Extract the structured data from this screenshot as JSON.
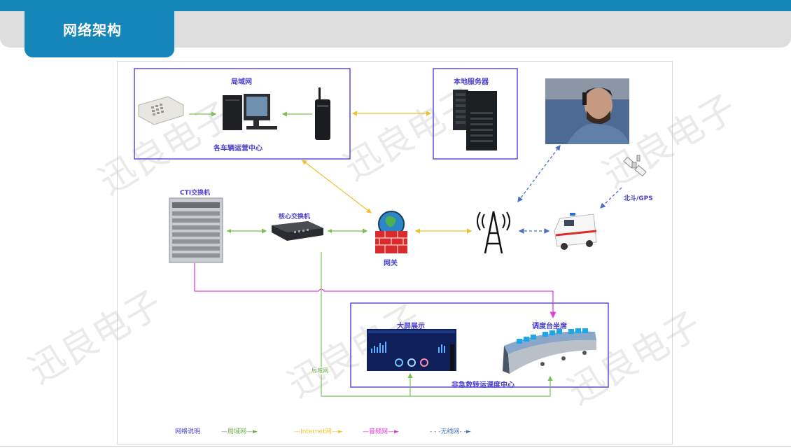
{
  "header": {
    "title": "网络架构",
    "accent_color": "#1487b8",
    "bar_color": "#dedede"
  },
  "watermark": "迅良电子",
  "nodes": {
    "lan_box_title": "局域网",
    "lan_box_caption": "各车辆运营中心",
    "telephone": "telephone-icon",
    "computer": "desktop-computer-icon",
    "radio": "walkie-talkie-icon",
    "local_server": "本地服务器",
    "caller_photo": "person-on-phone-photo",
    "cti_switch": "CTI交换机",
    "core_switch": "核心交换机",
    "gateway": "网关",
    "tower": "radio-tower-icon",
    "ambulance": "ambulance-icon",
    "satellite": "satellite-icon",
    "gps_label": "北斗/GPS",
    "big_screen": "大屏展示",
    "dispatch_seats": "调度台坐席",
    "dispatch_center": "非急救转运调度中心",
    "lan_line_label": "局域网"
  },
  "legend": {
    "title": "网络说明",
    "items": [
      {
        "label": "—局域网—►",
        "color": "#6aaa46"
      },
      {
        "label": "—Internet网—►",
        "color": "#f2c530"
      },
      {
        "label": "—音频网—►",
        "color": "#e033d6"
      },
      {
        "label": "- - -无线网- -►",
        "color": "#4a6fc0"
      }
    ]
  },
  "colors": {
    "lan": "#7bbf55",
    "internet": "#f0c030",
    "audio": "#e040d8",
    "wireless": "#4a6fc0",
    "box_border": "#5a4fd6"
  }
}
